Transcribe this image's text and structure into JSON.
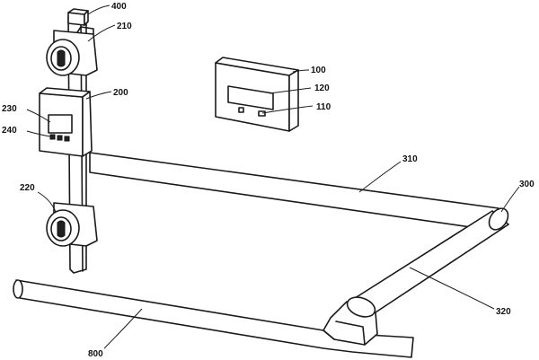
{
  "labels": {
    "l400": "400",
    "l210": "210",
    "l100": "100",
    "l120": "120",
    "l110": "110",
    "l230": "230",
    "l200": "200",
    "l240": "240",
    "l310": "310",
    "l300": "300",
    "l220": "220",
    "l320": "320",
    "l800": "800"
  }
}
